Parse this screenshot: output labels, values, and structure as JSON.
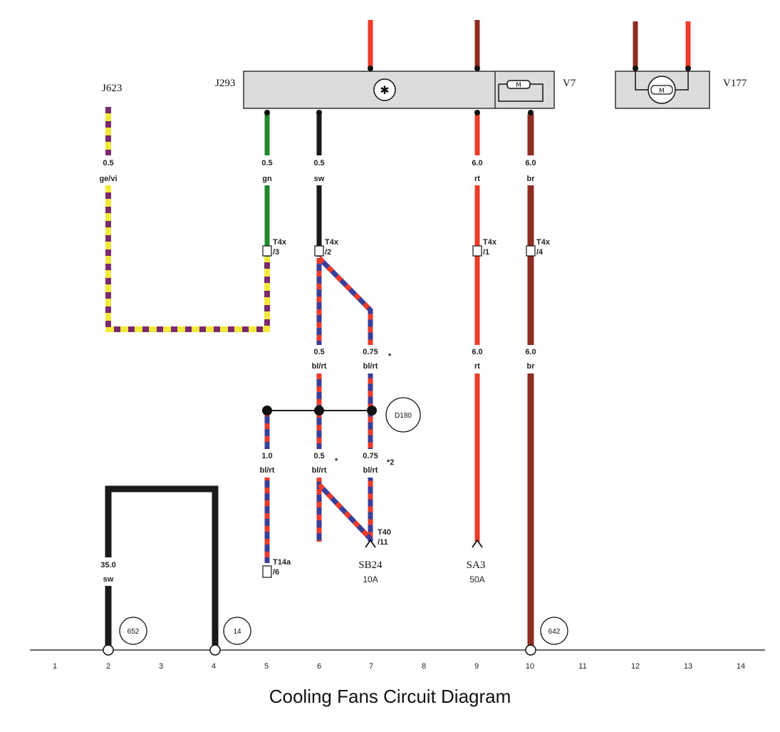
{
  "caption": "Cooling Fans Circuit Diagram",
  "components": {
    "j623": "J623",
    "j293": "J293",
    "v7": "V7",
    "v177": "V177",
    "sb24": "SB24",
    "sb24_rating": "10A",
    "sa3": "SA3",
    "sa3_rating": "50A"
  },
  "wires": {
    "w1": {
      "size": "0.5",
      "color": "ge/vi"
    },
    "w5": {
      "size": "0.5",
      "color": "gn"
    },
    "w6": {
      "size": "0.5",
      "color": "sw"
    },
    "w9": {
      "size": "6.0",
      "color": "rt"
    },
    "w10": {
      "size": "6.0",
      "color": "br"
    },
    "w6b": {
      "size": "0.5",
      "color": "bl/rt"
    },
    "w7b": {
      "size": "0.75",
      "color": "bl/rt"
    },
    "w9b": {
      "size": "6.0",
      "color": "rt"
    },
    "w10b": {
      "size": "6.0",
      "color": "br"
    },
    "w5c": {
      "size": "1.0",
      "color": "bl/rt"
    },
    "w6c": {
      "size": "0.5",
      "color": "bl/rt"
    },
    "w7c": {
      "size": "0.75",
      "color": "bl/rt"
    },
    "w2": {
      "size": "35.0",
      "color": "sw"
    }
  },
  "connectors": {
    "t4x_3": {
      "name": "T4x",
      "pin": "/3"
    },
    "t4x_2": {
      "name": "T4x",
      "pin": "/2"
    },
    "t4x_1": {
      "name": "T4x",
      "pin": "/1"
    },
    "t4x_4": {
      "name": "T4x",
      "pin": "/4"
    },
    "t14a": {
      "name": "T14a",
      "pin": "/6"
    },
    "t40": {
      "name": "T40",
      "pin": "/11"
    }
  },
  "notes": {
    "star": "*",
    "star2": "*2"
  },
  "grounds": {
    "g652": "652",
    "g14": "14",
    "g642": "642",
    "d180": "D180"
  },
  "ruler": [
    "1",
    "2",
    "3",
    "4",
    "5",
    "6",
    "7",
    "8",
    "9",
    "10",
    "11",
    "12",
    "13",
    "14"
  ],
  "colors": {
    "yellow": "#f2ea3a",
    "violet": "#7a2a6e",
    "green": "#1f8a2b",
    "black": "#1a1a1a",
    "red": "#ec3b2a",
    "brown": "#8f2d22",
    "blue": "#3a3f9a",
    "box": "#dcdcdc"
  }
}
